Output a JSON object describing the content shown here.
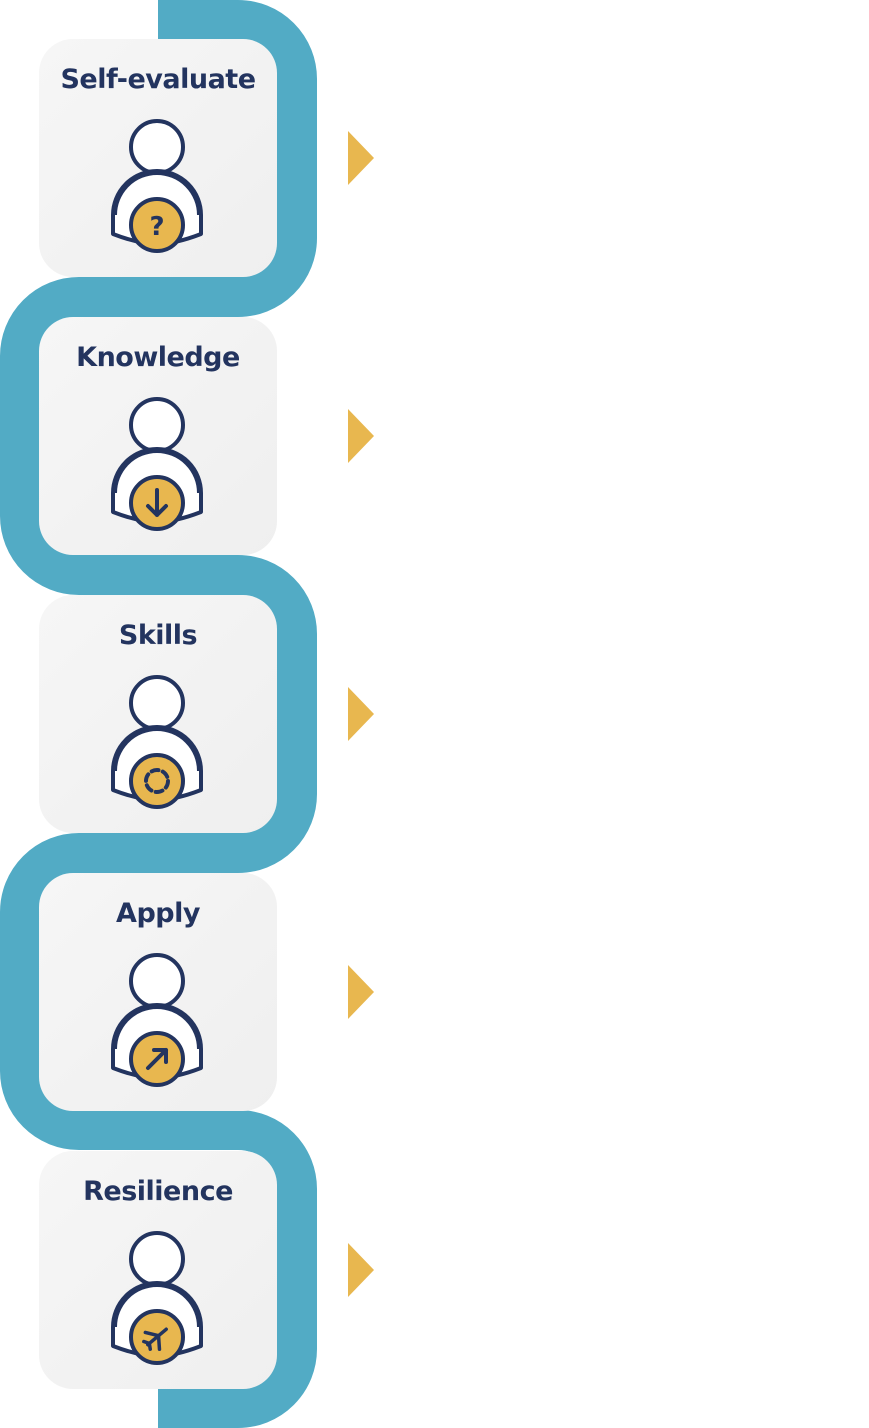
{
  "colors": {
    "ribbon": "#52abc5",
    "card_bg": "#f3f3f3",
    "title": "#23345f",
    "accent": "#e8b74f",
    "icon_stroke": "#23345f"
  },
  "steps": [
    {
      "title": "Self-evaluate",
      "icon": "person-question-icon"
    },
    {
      "title": "Knowledge",
      "icon": "person-download-icon"
    },
    {
      "title": "Skills",
      "icon": "person-dashed-circle-icon"
    },
    {
      "title": "Apply",
      "icon": "person-arrow-up-right-icon"
    },
    {
      "title": "Resilience",
      "icon": "person-airplane-icon"
    }
  ]
}
